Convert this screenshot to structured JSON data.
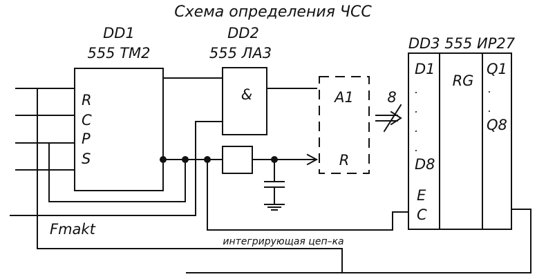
{
  "title": "Схема определения ЧСС",
  "dd1": {
    "name": "DD1",
    "type": "555 ТМ2",
    "pins": [
      "R",
      "C",
      "P",
      "S"
    ]
  },
  "dd2": {
    "name": "DD2",
    "type": "555 ЛА3",
    "symbol": "&"
  },
  "a1": {
    "name": "A1",
    "pin": "R"
  },
  "bus": {
    "width": "8"
  },
  "dd3": {
    "title": "DD3 555 ИР27",
    "inputs": [
      "D1",
      "D8"
    ],
    "input_dots": [
      ".",
      ".",
      ".",
      "."
    ],
    "function": "RG",
    "outputs": [
      "Q1",
      "Q8"
    ],
    "output_dots": [
      ".",
      "."
    ],
    "control": [
      "E",
      "C"
    ]
  },
  "labels": {
    "clock": "Fmakt",
    "integrator": "интегрирующая цеп–ка"
  }
}
